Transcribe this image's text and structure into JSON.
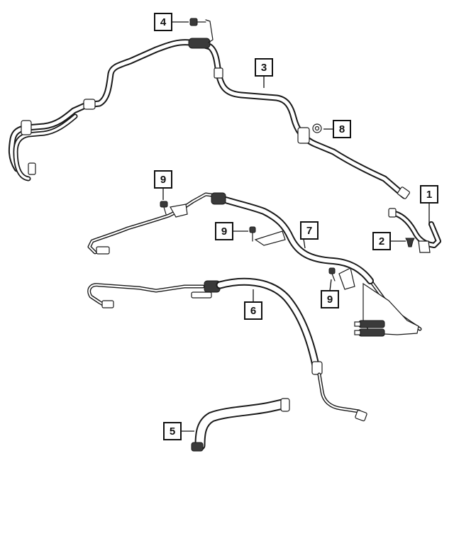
{
  "callouts": [
    {
      "id": "callout-1",
      "label": "1"
    },
    {
      "id": "callout-2",
      "label": "2"
    },
    {
      "id": "callout-3",
      "label": "3"
    },
    {
      "id": "callout-4",
      "label": "4"
    },
    {
      "id": "callout-5",
      "label": "5"
    },
    {
      "id": "callout-6",
      "label": "6"
    },
    {
      "id": "callout-7",
      "label": "7"
    },
    {
      "id": "callout-8",
      "label": "8"
    },
    {
      "id": "callout-9a",
      "label": "9"
    },
    {
      "id": "callout-9b",
      "label": "9"
    },
    {
      "id": "callout-9c",
      "label": "9"
    }
  ]
}
